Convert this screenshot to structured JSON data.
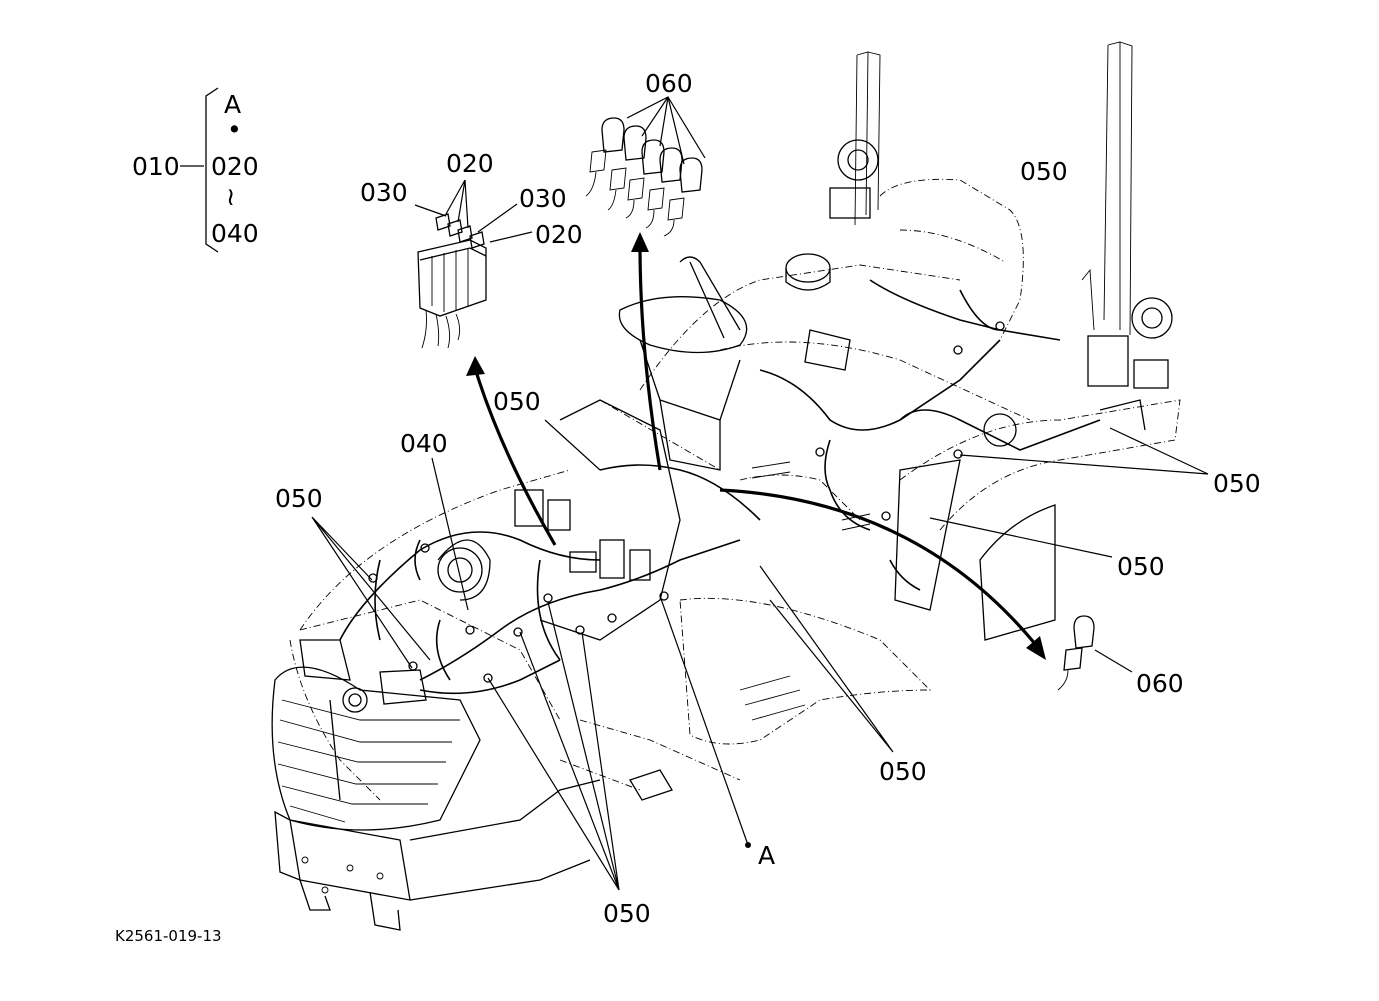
{
  "diagram": {
    "figure_code": "K2561-019-13",
    "group_bracket": {
      "parent": "010",
      "items": [
        "A",
        "•",
        "020",
        "≀",
        "040"
      ]
    },
    "callouts": {
      "c060_top": "060",
      "c020_top": "020",
      "c030_left": "030",
      "c030_right": "030",
      "c020_right": "020",
      "c050_center": "050",
      "c040": "040",
      "c050_left": "050",
      "c050_right_upper": "050",
      "c050_right_mid": "050",
      "c060_right": "060",
      "c050_bottom_right": "050",
      "c050_bottom": "050",
      "ref_A": "A"
    }
  }
}
